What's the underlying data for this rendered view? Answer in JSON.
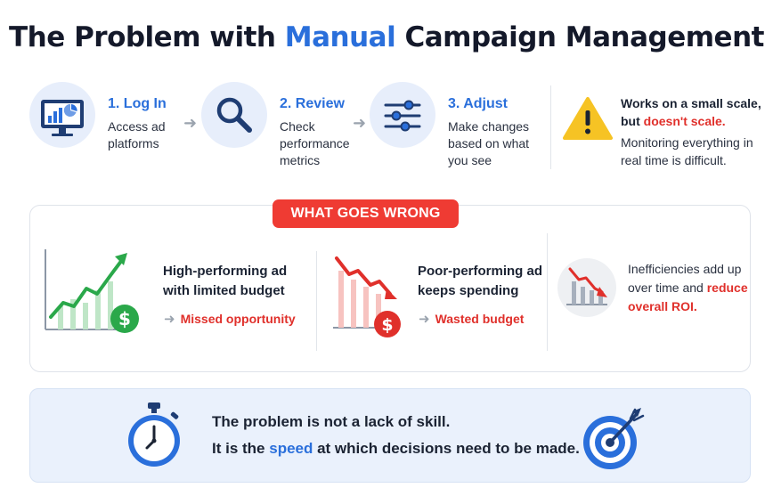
{
  "title": {
    "part1": "The Problem with ",
    "highlight": "Manual",
    "part2": " Campaign Management"
  },
  "steps": [
    {
      "title": "1. Log In",
      "desc": "Access ad platforms",
      "icon": "monitor-chart-icon"
    },
    {
      "title": "2. Review",
      "desc": "Check performance metrics",
      "icon": "magnifier-icon"
    },
    {
      "title": "3. Adjust",
      "desc": "Make changes based on what you see",
      "icon": "sliders-icon"
    }
  ],
  "scale_note": {
    "line1": "Works on a small scale,",
    "line2_prefix": "but ",
    "line2_red": "doesn't scale.",
    "detail": "Monitoring everything in real time is difficult.",
    "icon": "warning-icon"
  },
  "what_goes_wrong": {
    "badge": "WHAT GOES WRONG",
    "cases": [
      {
        "title": "High-performing ad with limited budget",
        "outcome": "Missed opportunity",
        "icon": "rising-chart-dollar-icon"
      },
      {
        "title": "Poor-performing ad keeps spending",
        "outcome": "Wasted budget",
        "icon": "falling-chart-dollar-icon"
      }
    ],
    "summary": {
      "prefix": "Inefficiencies add up over time and ",
      "red": "reduce overall ROI.",
      "icon": "declining-bars-icon"
    }
  },
  "conclusion": {
    "line1": "The problem is not a lack of skill.",
    "line2_prefix": "It is the ",
    "line2_highlight": "speed",
    "line2_suffix": " at which decisions need to be made.",
    "left_icon": "stopwatch-icon",
    "right_icon": "target-icon"
  },
  "colors": {
    "accent_blue": "#2a6fdb",
    "alert_red": "#e0302b",
    "badge_red": "#ef3b33",
    "growth_green": "#2aa84a",
    "warning_yellow": "#f6c324"
  }
}
